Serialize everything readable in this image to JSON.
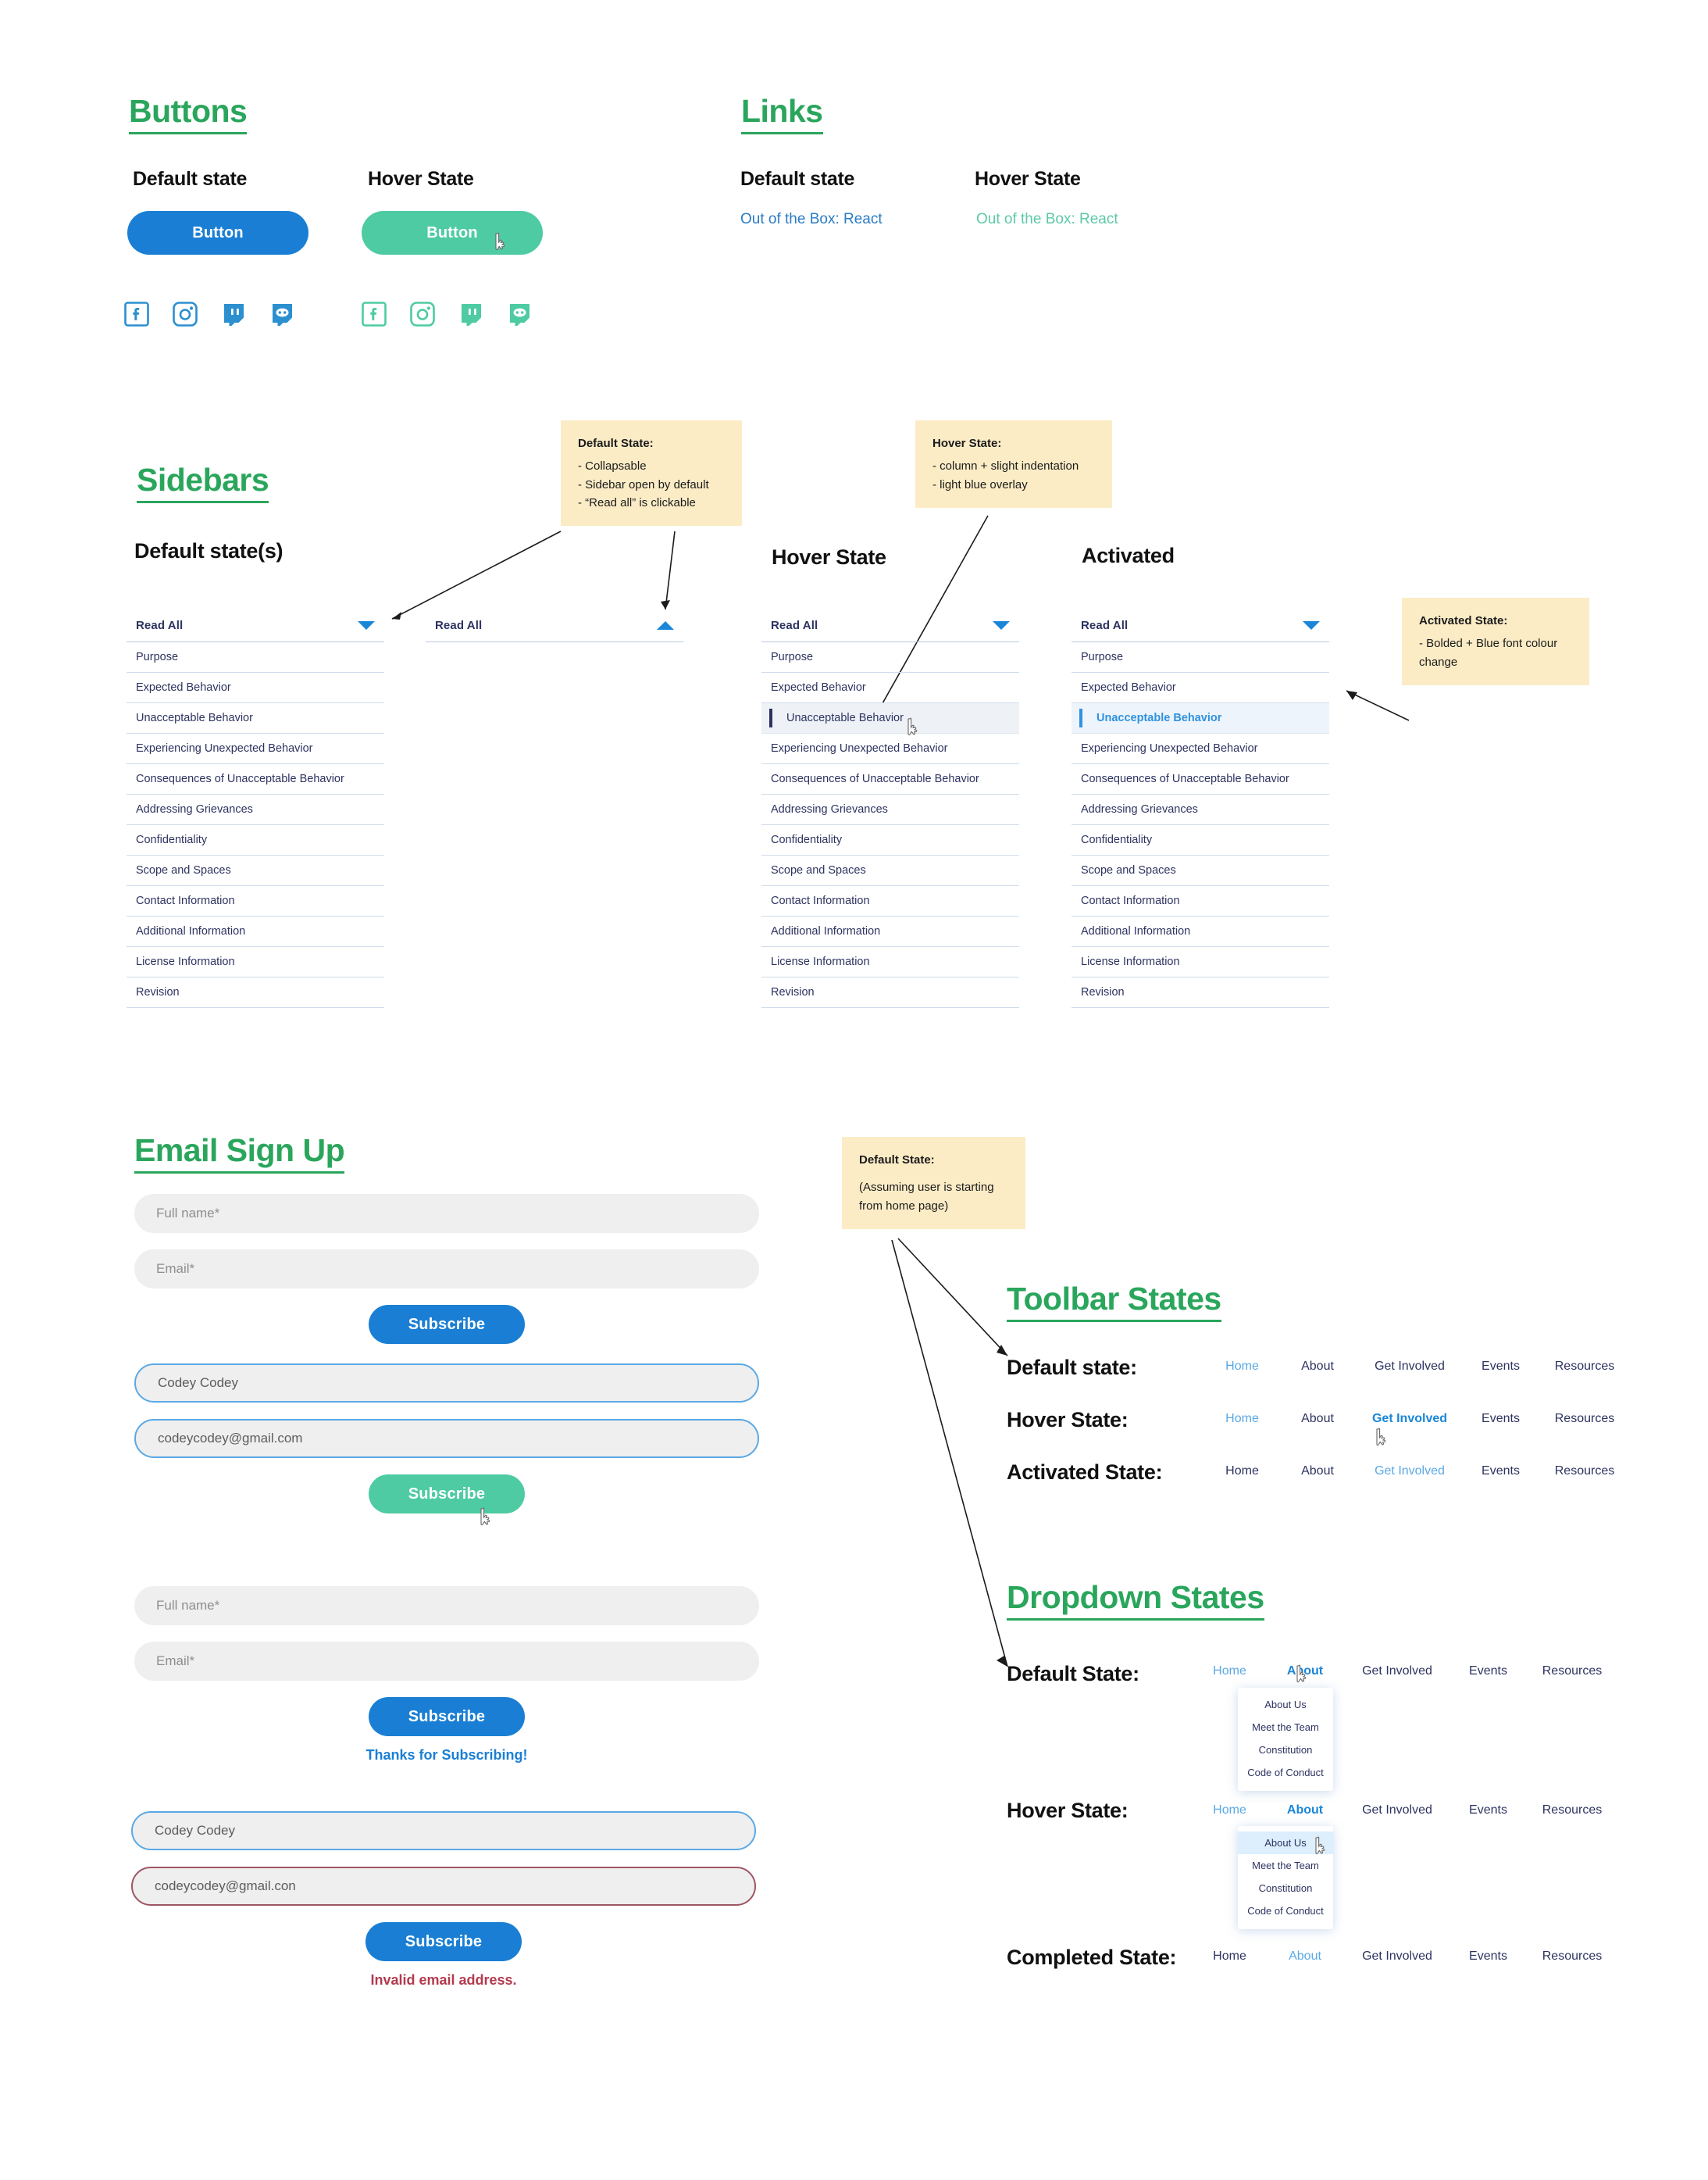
{
  "sections": {
    "buttons_title": "Buttons",
    "links_title": "Links",
    "sidebars_title": "Sidebars",
    "email_title": "Email Sign Up",
    "toolbar_title": "Toolbar States",
    "dropdown_title": "Dropdown States"
  },
  "buttons": {
    "default_label": "Default state",
    "hover_label": "Hover State",
    "button_text": "Button",
    "default_color": "#1a7fd4",
    "hover_color": "#4ecba2",
    "social_icons": [
      "facebook-icon",
      "instagram-icon",
      "twitch-icon",
      "discord-icon"
    ]
  },
  "links": {
    "default_label": "Default state",
    "hover_label": "Hover State",
    "link_text": "Out of the Box: React",
    "default_color": "#2b7cc4",
    "hover_color": "#5cc9a7"
  },
  "sidebars": {
    "default_label": "Default state(s)",
    "hover_label": "Hover State",
    "activated_label": "Activated",
    "head_label": "Read All",
    "items": [
      "Purpose",
      "Expected Behavior",
      "Unacceptable Behavior",
      "Experiencing Unexpected Behavior",
      "Consequences of Unacceptable Behavior",
      "Addressing Grievances",
      "Confidentiality",
      "Scope and Spaces",
      "Contact Information",
      "Additional Information",
      "License Information",
      "Revision"
    ],
    "hovered_item": "Unacceptable Behavior",
    "active_item": "Unacceptable Behavior",
    "notes": {
      "default": {
        "head": "Default State:",
        "lines": [
          "- Collapsable",
          "- Sidebar open by default",
          "- “Read all” is clickable"
        ]
      },
      "hover": {
        "head": "Hover State:",
        "lines": [
          "- column + slight indentation",
          "- light blue overlay"
        ]
      },
      "activated": {
        "head": "Activated State:",
        "lines": [
          "- Bolded + Blue font colour change"
        ]
      }
    }
  },
  "email": {
    "placeholders": {
      "name": "Full name*",
      "email": "Email*"
    },
    "values": {
      "name": "Codey Codey",
      "email_valid": "codeycodey@gmail.com",
      "email_invalid": "codeycodey@gmail.con"
    },
    "subscribe_label": "Subscribe",
    "success_msg": "Thanks for Subscribing!",
    "error_msg": "Invalid email address."
  },
  "toolbar": {
    "rows": [
      {
        "label": "Default state:",
        "items": [
          "Home",
          "About",
          "Get Involved",
          "Events",
          "Resources"
        ],
        "style": [
          "nav-blue-light",
          "",
          "",
          "",
          ""
        ]
      },
      {
        "label": "Hover State:",
        "items": [
          "Home",
          "About",
          "Get Involved",
          "Events",
          "Resources"
        ],
        "style": [
          "nav-blue-light",
          "",
          "nav-blue-bold",
          "",
          ""
        ]
      },
      {
        "label": "Activated State:",
        "items": [
          "Home",
          "About",
          "Get Involved",
          "Events",
          "Resources"
        ],
        "style": [
          "",
          "",
          "nav-blue-plain",
          "",
          ""
        ]
      }
    ]
  },
  "dropdown": {
    "note": {
      "head": "Default State:",
      "lines": [
        "(Assuming user is starting from home page)"
      ]
    },
    "menu_items": [
      "About Us",
      "Meet the Team",
      "Constitution",
      "Code of Conduct"
    ],
    "hovered_menu_item": "About Us",
    "rows": [
      {
        "label": "Default State:",
        "items": [
          "Home",
          "About",
          "Get Involved",
          "Events",
          "Resources"
        ],
        "style": [
          "nav-blue-light",
          "nav-blue-bold",
          "",
          "",
          ""
        ]
      },
      {
        "label": "Hover State:",
        "items": [
          "Home",
          "About",
          "Get Involved",
          "Events",
          "Resources"
        ],
        "style": [
          "nav-blue-light",
          "nav-blue-bold",
          "",
          "",
          ""
        ]
      },
      {
        "label": "Completed State:",
        "items": [
          "Home",
          "About",
          "Get Involved",
          "Events",
          "Resources"
        ],
        "style": [
          "",
          "nav-blue-plain",
          "",
          "",
          ""
        ]
      }
    ]
  }
}
